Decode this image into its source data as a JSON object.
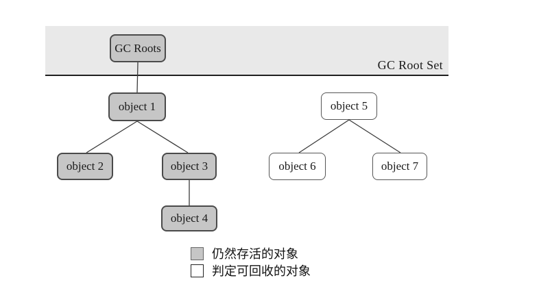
{
  "banner": {
    "label": "GC Root Set"
  },
  "nodes": {
    "gc_roots": {
      "label": "GC Roots",
      "status": "root"
    },
    "object1": {
      "label": "object 1",
      "status": "alive"
    },
    "object2": {
      "label": "object 2",
      "status": "alive"
    },
    "object3": {
      "label": "object 3",
      "status": "alive"
    },
    "object4": {
      "label": "object 4",
      "status": "alive"
    },
    "object5": {
      "label": "object 5",
      "status": "recyclable"
    },
    "object6": {
      "label": "object 6",
      "status": "recyclable"
    },
    "object7": {
      "label": "object 7",
      "status": "recyclable"
    }
  },
  "edges": [
    {
      "from": "gc_roots",
      "to": "object1"
    },
    {
      "from": "object1",
      "to": "object2"
    },
    {
      "from": "object1",
      "to": "object3"
    },
    {
      "from": "object3",
      "to": "object4"
    },
    {
      "from": "object5",
      "to": "object6"
    },
    {
      "from": "object5",
      "to": "object7"
    }
  ],
  "legend": {
    "items": [
      {
        "swatch": "alive",
        "label": "仍然存活的对象"
      },
      {
        "swatch": "recyclable",
        "label": "判定可回收的对象"
      }
    ]
  },
  "colors": {
    "banner_fill": "#e9e9e9",
    "alive_fill": "#c6c6c6",
    "recyclable_fill": "#ffffff",
    "edge_line": "#3a3a3a",
    "band_rule": "#1f1f1f"
  }
}
